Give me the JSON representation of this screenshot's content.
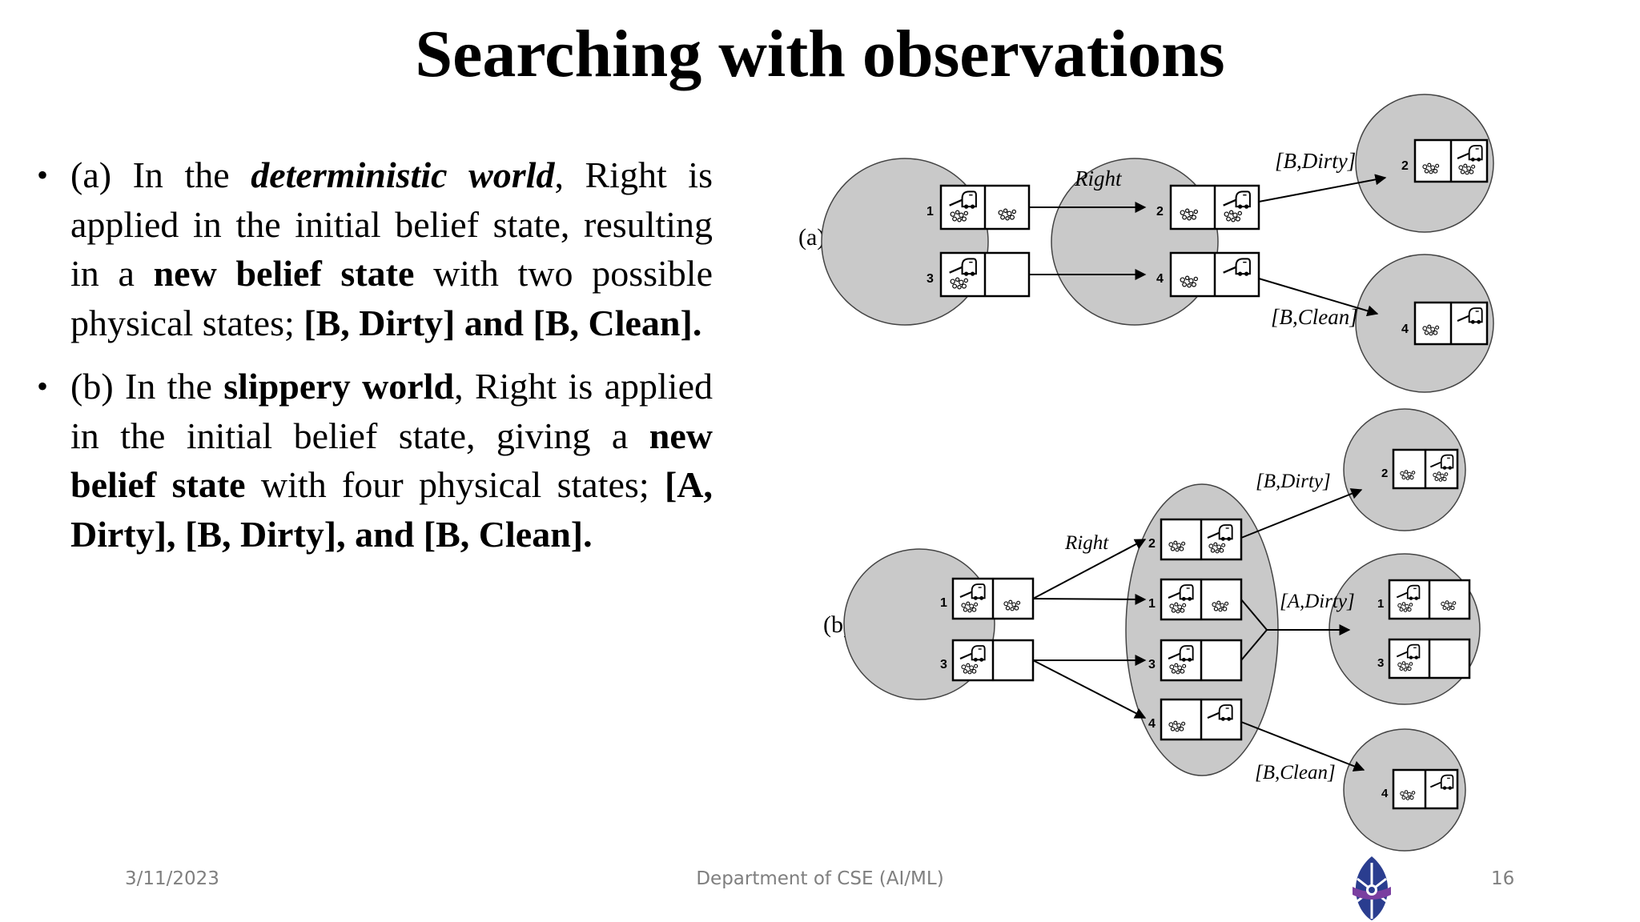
{
  "title": "Searching with observations",
  "bullet_a": {
    "p1": "(a) In the ",
    "em1": "deterministic world",
    "p2": ", Right is applied in the initial belief state, resulting in a ",
    "b1": "new belief state",
    "p3": " with two possible physical states; ",
    "b2": "[B, Dirty] and [B, Clean]."
  },
  "bullet_b": {
    "p1": "(b) In the ",
    "b1": "slippery world",
    "p2": ", Right is applied in the initial belief state, giving a ",
    "b2": "new belief state",
    "p3": " with four physical states; ",
    "b3": "[A, Dirty], [B, Dirty], and [B, Clean]."
  },
  "diagram": {
    "panel_a": {
      "label": "(a)",
      "action": "Right",
      "obs_top": "[B,Dirty]",
      "obs_bottom": "[B,Clean]"
    },
    "panel_b": {
      "label": "(b)",
      "action": "Right",
      "obs_top": "[B,Dirty]",
      "obs_mid": "[A,Dirty]",
      "obs_bottom": "[B,Clean]"
    },
    "state_numbers": [
      "1",
      "2",
      "3",
      "4"
    ]
  },
  "footer": {
    "date": "3/11/2023",
    "department": "Department of CSE (AI/ML)",
    "page": "16"
  },
  "colors": {
    "node_fill": "#c9c9c9",
    "footer_text": "#7f7f7f",
    "logo_blue": "#2a3d8f",
    "logo_purple": "#7a3fa0"
  }
}
